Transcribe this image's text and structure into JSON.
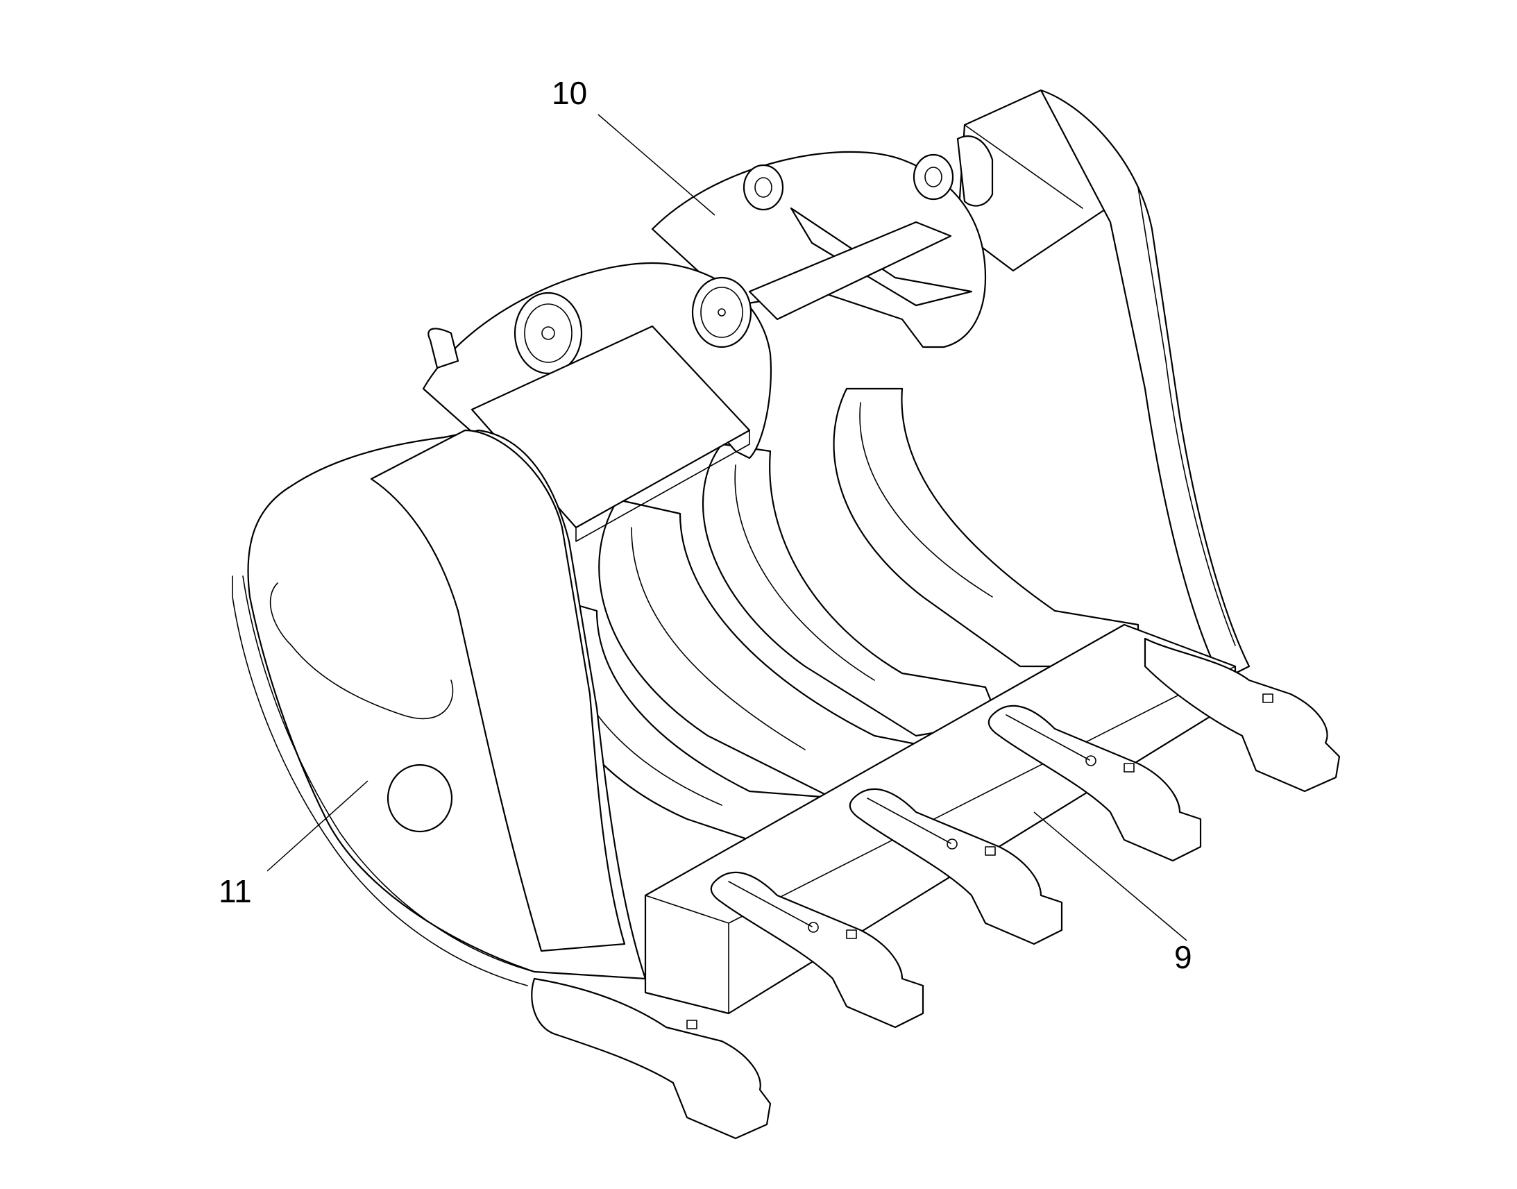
{
  "callouts": [
    {
      "id": "part-10",
      "label": "10"
    },
    {
      "id": "part-11",
      "label": "11"
    },
    {
      "id": "part-9",
      "label": "9"
    }
  ],
  "colors": {
    "line": "#000000",
    "background": "#ffffff"
  }
}
